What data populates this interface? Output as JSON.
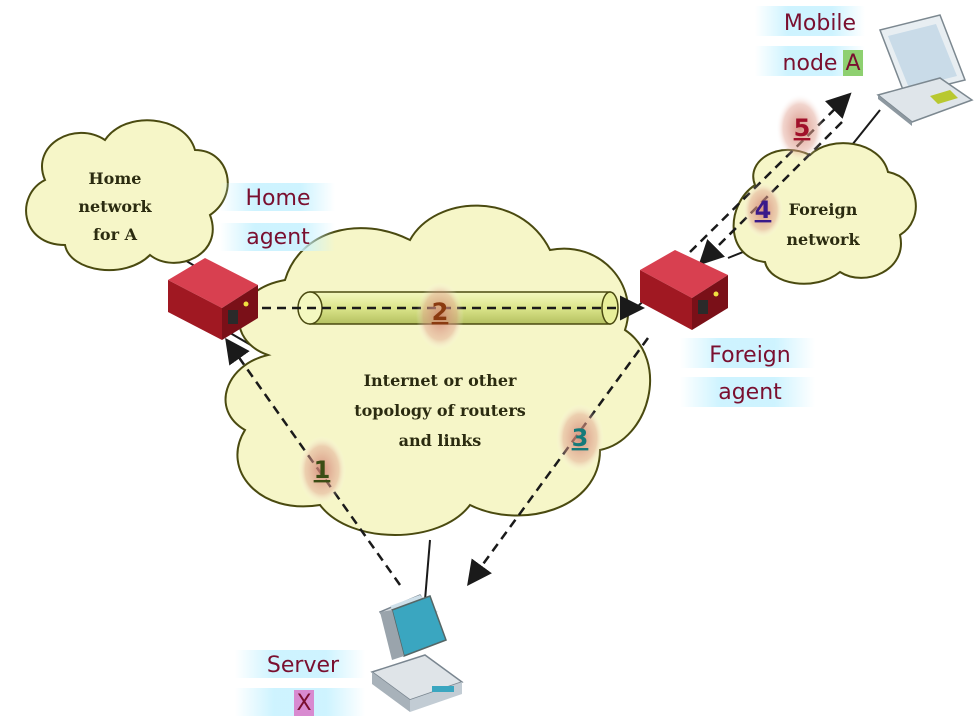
{
  "clouds": {
    "home": [
      "Home",
      "network",
      "for A"
    ],
    "internet": [
      "Internet or other",
      "topology of routers",
      "and links"
    ],
    "foreign": [
      "Foreign",
      "network"
    ]
  },
  "labels": {
    "mobile": [
      "Mobile",
      "node"
    ],
    "mobile_id": "A",
    "home_agent": [
      "Home",
      "agent"
    ],
    "foreign_agent": [
      "Foreign",
      "agent"
    ],
    "server": "Server",
    "server_id": "X"
  },
  "steps": [
    "1",
    "2",
    "3",
    "4",
    "5"
  ],
  "colors": {
    "cloud_fill": "#f6f6c8",
    "cloud_stroke": "#4a4a10",
    "label_text": "#7a0f2f",
    "label_glow": "#c8f2ff",
    "router": "#b8202a",
    "tunnel": "#dfe89a",
    "step1": "#3b4d14",
    "step2": "#8a3a10",
    "step3": "#157a7a",
    "step4": "#3a1a8a",
    "step5": "#a0102a"
  }
}
